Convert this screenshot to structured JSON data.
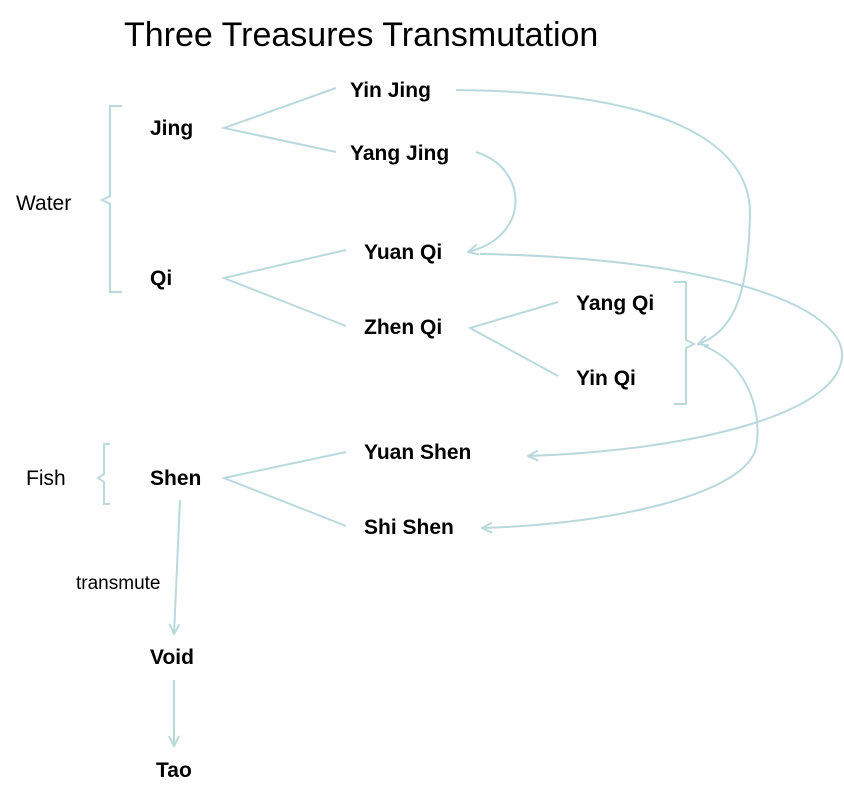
{
  "title": "Three Treasures Transmutation",
  "colors": {
    "connector": "#b9d9dd",
    "text": "#000000"
  },
  "groups": {
    "water": "Water",
    "fish": "Fish"
  },
  "nodes": {
    "jing": "Jing",
    "qi": "Qi",
    "shen": "Shen",
    "yin_jing": "Yin Jing",
    "yang_jing": "Yang Jing",
    "yuan_qi": "Yuan Qi",
    "zhen_qi": "Zhen Qi",
    "yang_qi": "Yang Qi",
    "yin_qi": "Yin Qi",
    "yuan_shen": "Yuan Shen",
    "shi_shen": "Shi Shen",
    "void": "Void",
    "tao": "Tao"
  },
  "edge_labels": {
    "transmute": "transmute"
  }
}
